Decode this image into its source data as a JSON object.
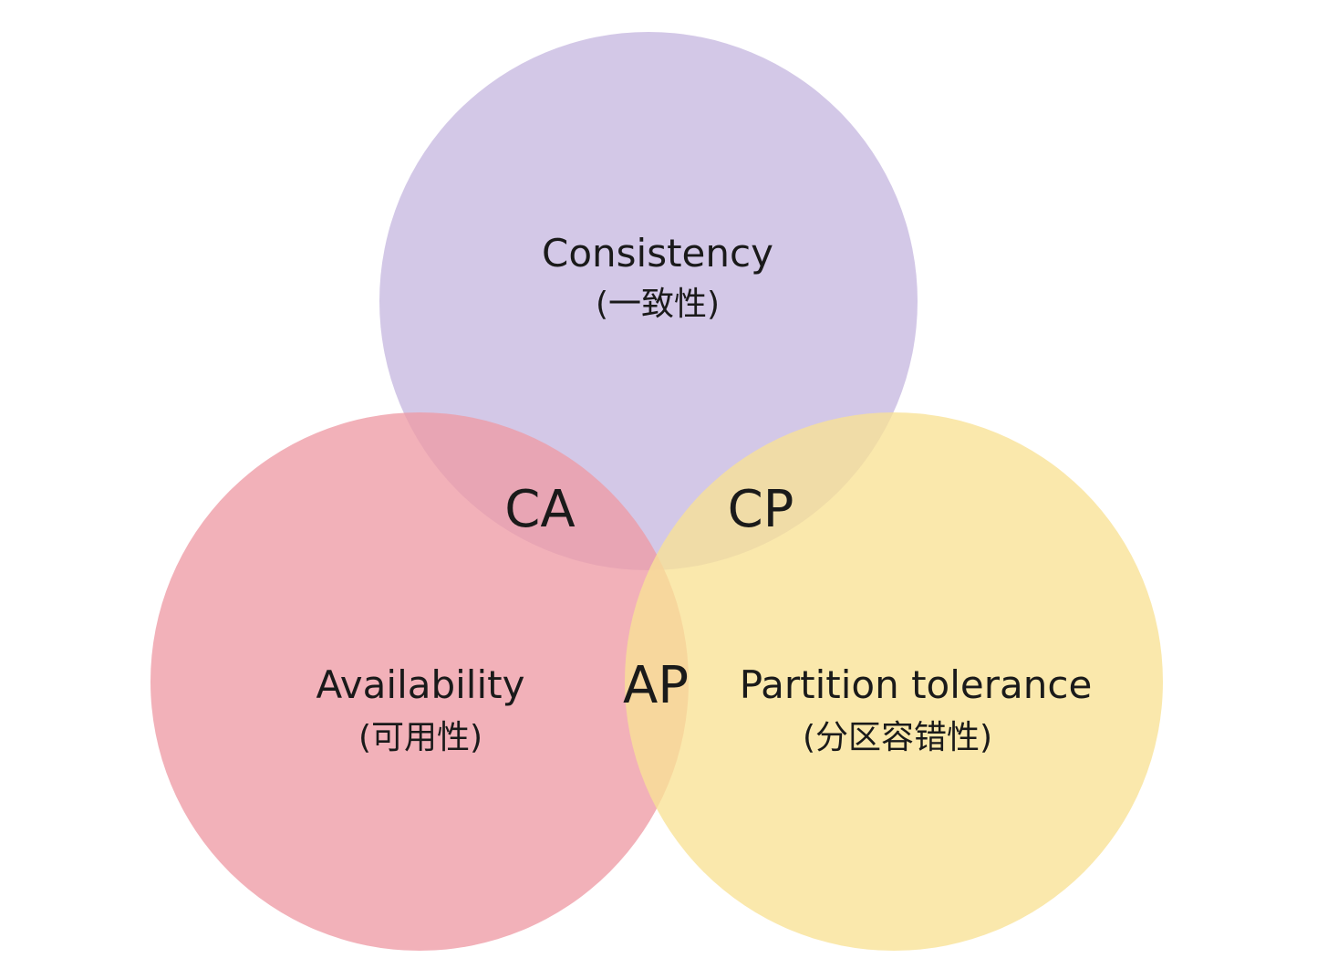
{
  "diagram": {
    "type": "venn",
    "circles": {
      "consistency": {
        "label": "Consistency",
        "sublabel": "(一致性)",
        "color": "#c7b9e0"
      },
      "availability": {
        "label": "Availability",
        "sublabel": "(可用性)",
        "color": "#ee9ba5"
      },
      "partition": {
        "label": "Partition tolerance",
        "sublabel": "(分区容错性)",
        "color": "#f8e195"
      }
    },
    "intersections": {
      "ca": "CA",
      "cp": "CP",
      "ap": "AP"
    }
  }
}
